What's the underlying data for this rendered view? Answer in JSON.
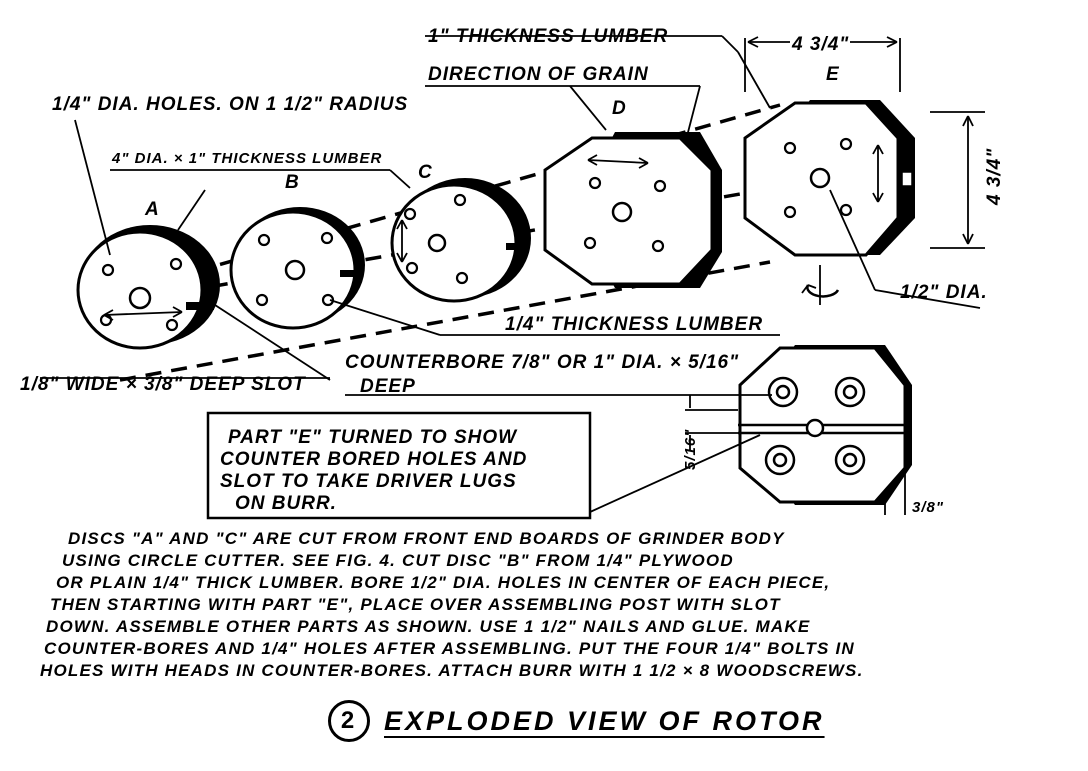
{
  "labels": {
    "grain_lumber": "1\" THICKNESS LUMBER",
    "grain_direction": "DIRECTION OF GRAIN",
    "dim_width": "4 3/4\"",
    "dim_height": "4 3/4\"",
    "holes_radius": "1/4\" DIA. HOLES. ON 1 1/2\" RADIUS",
    "disc_lumber": "4\" DIA. × 1\" THICKNESS LUMBER",
    "center_dia": "1/2\" DIA.",
    "quarter_lumber": "1/4\" THICKNESS LUMBER",
    "slot": "1/8\" WIDE × 3/8\" DEEP SLOT",
    "counterbore_1": "COUNTERBORE 7/8\" OR 1\" DIA. × 5/16\"",
    "counterbore_2": "DEEP",
    "dim_5_16": "5/16\"",
    "dim_3_8": "3/8\""
  },
  "parts": {
    "a": "A",
    "b": "B",
    "c": "C",
    "d": "D",
    "e": "E"
  },
  "callout": {
    "line1": "PART \"E\" TURNED TO SHOW",
    "line2": "COUNTER BORED HOLES AND",
    "line3": "SLOT TO TAKE DRIVER LUGS",
    "line4": "ON BURR."
  },
  "notes": {
    "line1": "DISCS \"A\" AND \"C\" ARE CUT FROM FRONT END BOARDS OF GRINDER BODY",
    "line2": "USING CIRCLE CUTTER. SEE FIG. 4.  CUT DISC \"B\" FROM 1/4\" PLYWOOD",
    "line3": "OR PLAIN 1/4\" THICK LUMBER. BORE 1/2\" DIA. HOLES IN CENTER OF EACH PIECE,",
    "line4": "THEN STARTING WITH PART \"E\", PLACE OVER ASSEMBLING POST WITH SLOT",
    "line5": "DOWN. ASSEMBLE OTHER PARTS AS SHOWN. USE 1 1/2\" NAILS AND GLUE. MAKE",
    "line6": "COUNTER-BORES AND 1/4\" HOLES AFTER ASSEMBLING. PUT THE FOUR 1/4\" BOLTS IN",
    "line7": "HOLES WITH HEADS IN COUNTER-BORES. ATTACH BURR WITH 1 1/2 × 8 WOODSCREWS."
  },
  "caption": {
    "number": "2",
    "title": "EXPLODED VIEW OF ROTOR"
  }
}
